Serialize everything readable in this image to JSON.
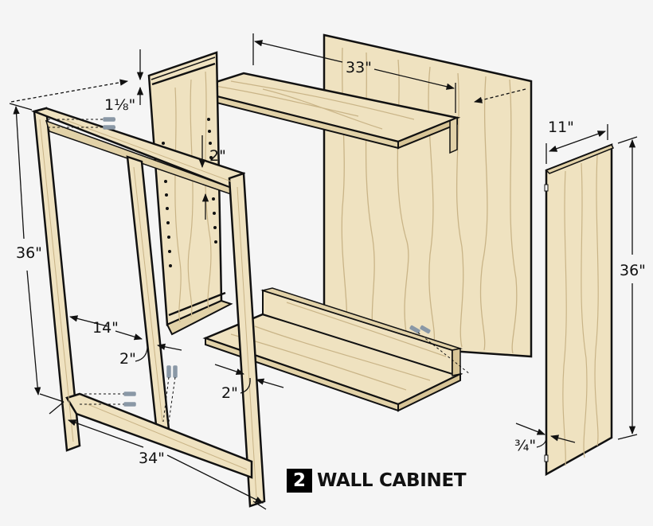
{
  "title": {
    "number": "2",
    "text": "WALL CABINET"
  },
  "colors": {
    "background": "#f5f5f5",
    "wood": "#efe2c0",
    "wood_dark": "#e2d2a8",
    "grain": "#c9b487",
    "outline": "#111111",
    "screw": "#8a98a6"
  },
  "dimensions": {
    "back_width": "33\"",
    "groove_offset": "1⅛\"",
    "side_depth": "11\"",
    "divider_rail": "2\"",
    "frame_height": "36\"",
    "side_height": "36\"",
    "opening_width": "14\"",
    "stile_width_center": "2\"",
    "stile_width_right": "2\"",
    "frame_width": "34\"",
    "panel_thickness": "¾\""
  },
  "parts": [
    "face-frame",
    "divider-panel",
    "top-shelf",
    "bottom-shelf",
    "back-panel",
    "side-panel"
  ]
}
